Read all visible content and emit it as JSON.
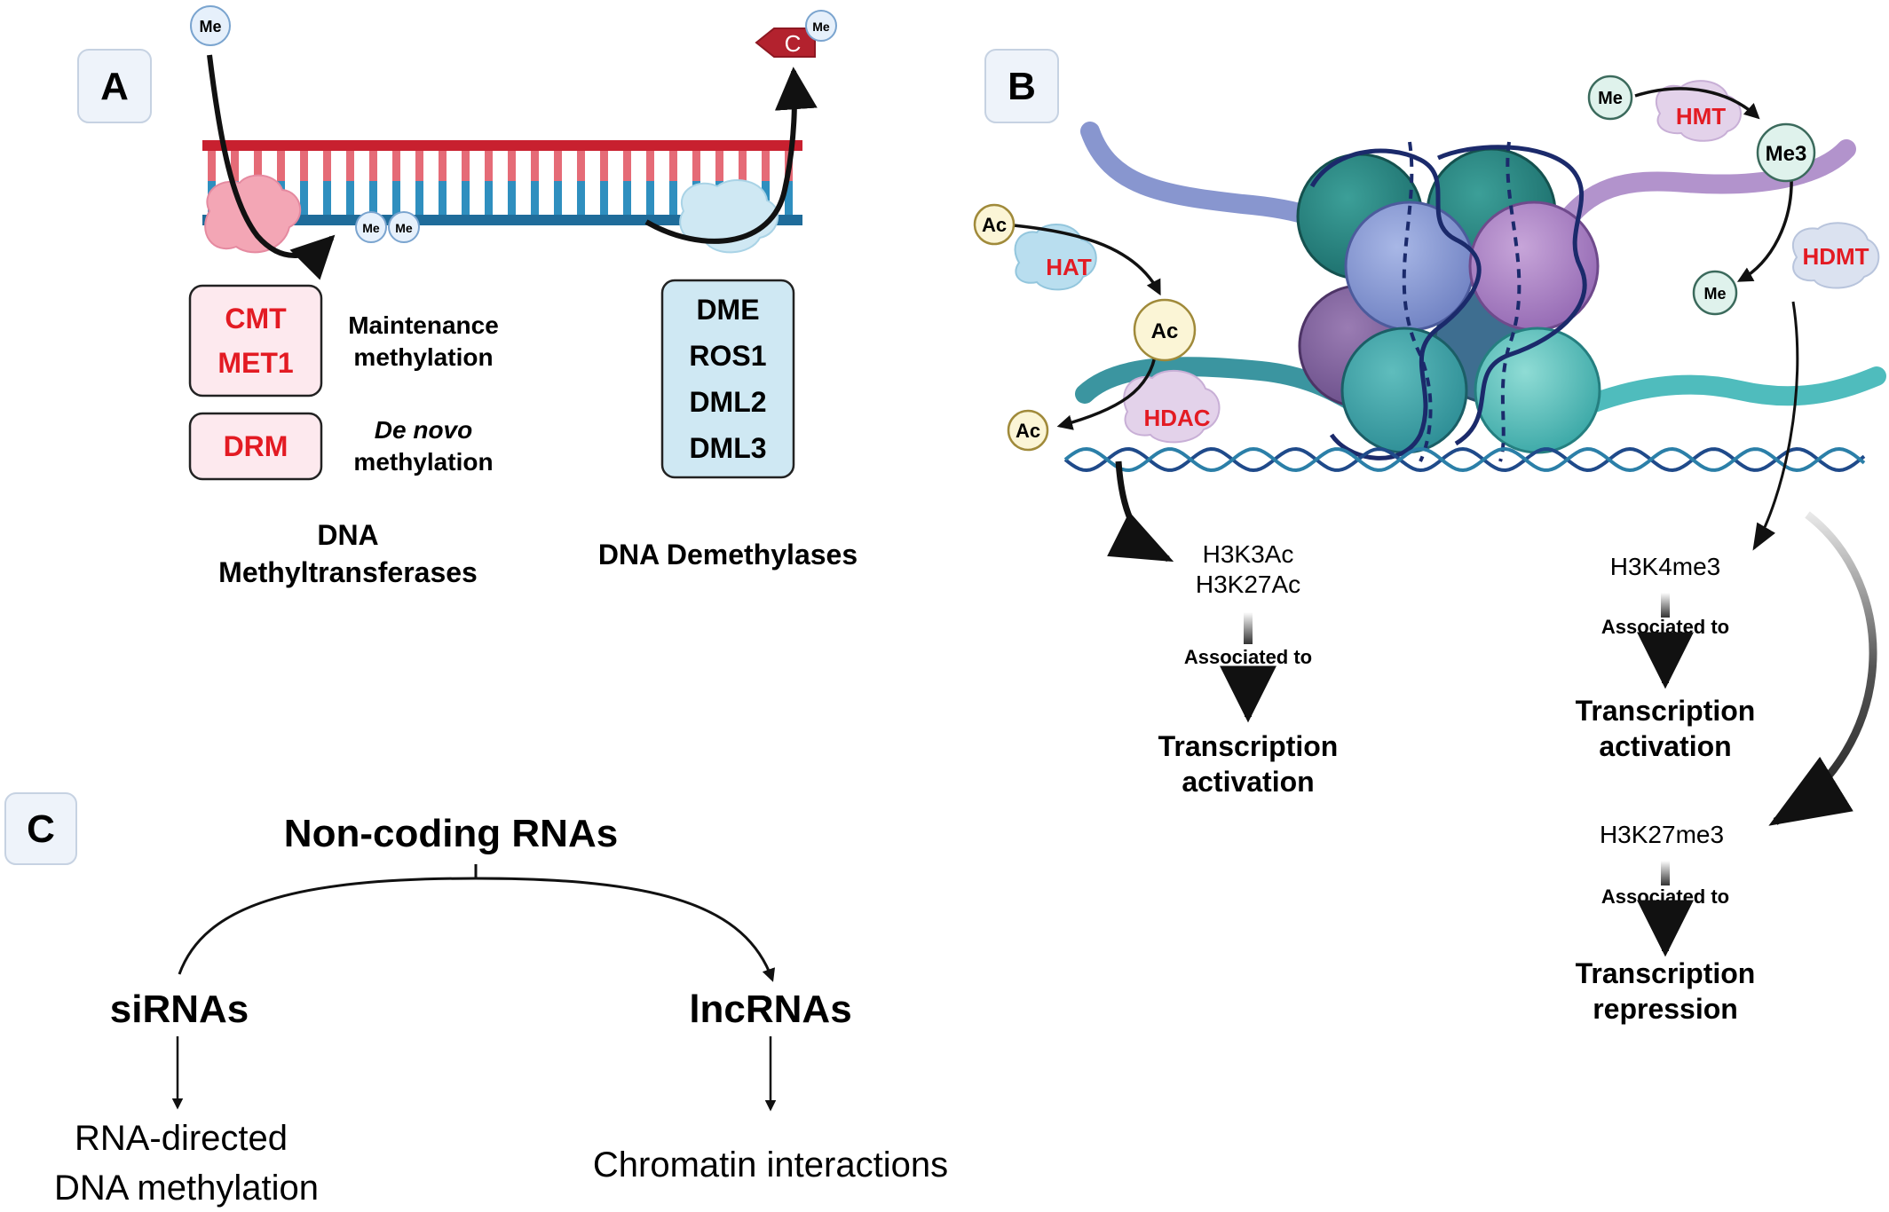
{
  "panels": {
    "a": "A",
    "b": "B",
    "c": "C"
  },
  "panel_a": {
    "methyl_top": "Me",
    "methyl_pair": [
      "Me",
      "Me"
    ],
    "cytosine": "C",
    "cytosine_methyl": "Me",
    "mt_enzymes": [
      "CMT",
      "MET1"
    ],
    "maintenance_label": [
      "Maintenance",
      "methylation"
    ],
    "drm": "DRM",
    "denovo_label": [
      "De novo",
      "methylation"
    ],
    "dnmt_title": [
      "DNA",
      "Methyltransferases"
    ],
    "demethylases": [
      "DME",
      "ROS1",
      "DML2",
      "DML3"
    ],
    "demethylases_title": "DNA Demethylases"
  },
  "panel_b": {
    "ac": "Ac",
    "hat": "HAT",
    "hdac": "HDAC",
    "me": "Me",
    "me3": "Me3",
    "hmt": "HMT",
    "hdmt": "HDMT",
    "acetyl_marks": [
      "H3K3Ac",
      "H3K27Ac"
    ],
    "h3k4me3": "H3K4me3",
    "h3k27me3": "H3K27me3",
    "assoc": "Associated to",
    "activation": [
      "Transcription",
      "activation"
    ],
    "repression": [
      "Transcription",
      "repression"
    ]
  },
  "panel_c": {
    "title": "Non-coding RNAs",
    "sirnas": "siRNAs",
    "lncrnas": "lncRNAs",
    "sirna_fn": [
      "RNA-directed",
      "DNA methylation"
    ],
    "lncrna_fn": "Chromatin interactions"
  },
  "colors": {
    "red": "#e31b23",
    "strand_top": "#c8202f",
    "strand_bottom": "#1f6c9a",
    "panel_label_bg": "#eef3fa",
    "enzyme_box_red": "#fde9ee",
    "enzyme_box_blue": "#cfe8f3"
  }
}
